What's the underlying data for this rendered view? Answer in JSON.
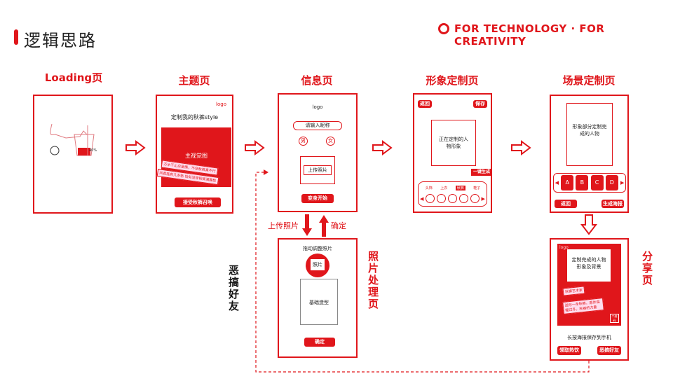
{
  "header": {
    "title": "逻辑思路",
    "brand": "FOR TECHNOLOGY · FOR CREATIVITY"
  },
  "pages": {
    "loading": {
      "label": "Loading页",
      "percent": "40%"
    },
    "theme": {
      "label": "主题页",
      "logo": "logo",
      "heading": "定制我的秋裤style",
      "visual": "主视觉图",
      "slogan1": "万水千山总是情，不穿秋裤真不行",
      "slogan2": "问君能有几多愁 恰似没穿秋裤满腹愁",
      "button": "接受秋裤召唤"
    },
    "info": {
      "label": "信息页",
      "logo": "logo",
      "name_placeholder": "请输入昵称",
      "male": "男",
      "female": "女",
      "upload": "上传照片",
      "button": "变身开始"
    },
    "avatar": {
      "label": "形象定制页",
      "back": "返回",
      "save": "保存",
      "preview": "正在定制的人物形象",
      "one_click": "一键生成",
      "tabs": [
        "头饰",
        "上衣",
        "秋裤",
        "鞋子"
      ]
    },
    "scene": {
      "label": "场景定制页",
      "preview": "形象部分定制完成的人物",
      "options": [
        "A",
        "B",
        "C",
        "D"
      ],
      "back": "返回",
      "generate": "生成海报"
    },
    "photo": {
      "label": "照片处理页",
      "hint": "拖动调整照片",
      "photo": "照片",
      "base": "基础造型",
      "button": "确定"
    },
    "share": {
      "label": "分享页",
      "logo": "logo",
      "preview": "定制完成的人物形象及背景",
      "tag": "秋裤艺术家",
      "text": "送你一条秋裤，愿你温暖过冬，秋裤的力量",
      "qr": "二维码",
      "hint": "长按海报保存到手机",
      "btn1": "领取热饮",
      "btn2": "恶搞好友"
    }
  },
  "flow": {
    "upload_label": "上传照片",
    "confirm_label": "确定",
    "prank_label": "恶搞好友"
  }
}
